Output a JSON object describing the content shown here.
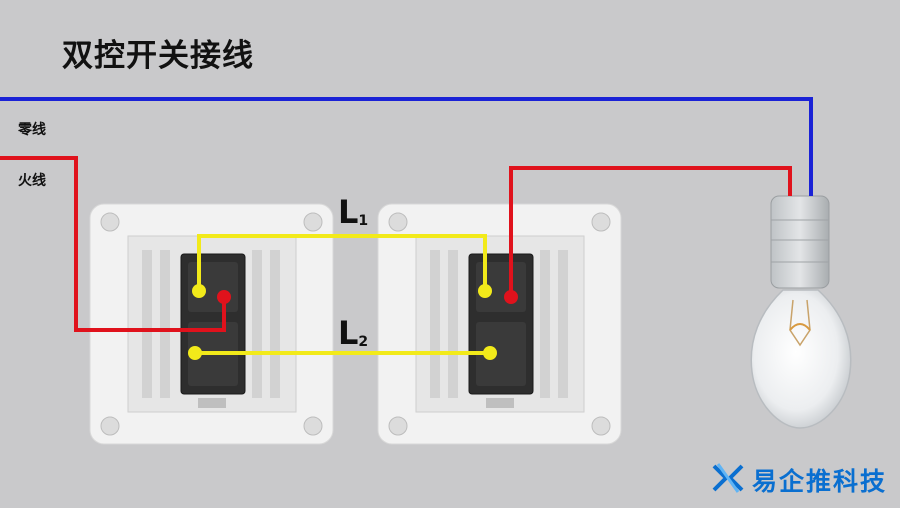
{
  "title": "双控开关接线",
  "labels": {
    "neutral": "零线",
    "live": "火线",
    "l1_main": "L",
    "l1_sub": "1",
    "l2_main": "L",
    "l2_sub": "2"
  },
  "brand": {
    "name": "易企推科技",
    "color": "#0a6fd0"
  },
  "colors": {
    "neutral_wire": "#1a22d6",
    "live_wire": "#e0121c",
    "traveler_wire": "#f2ea1a",
    "background": "#c9c9cb"
  }
}
